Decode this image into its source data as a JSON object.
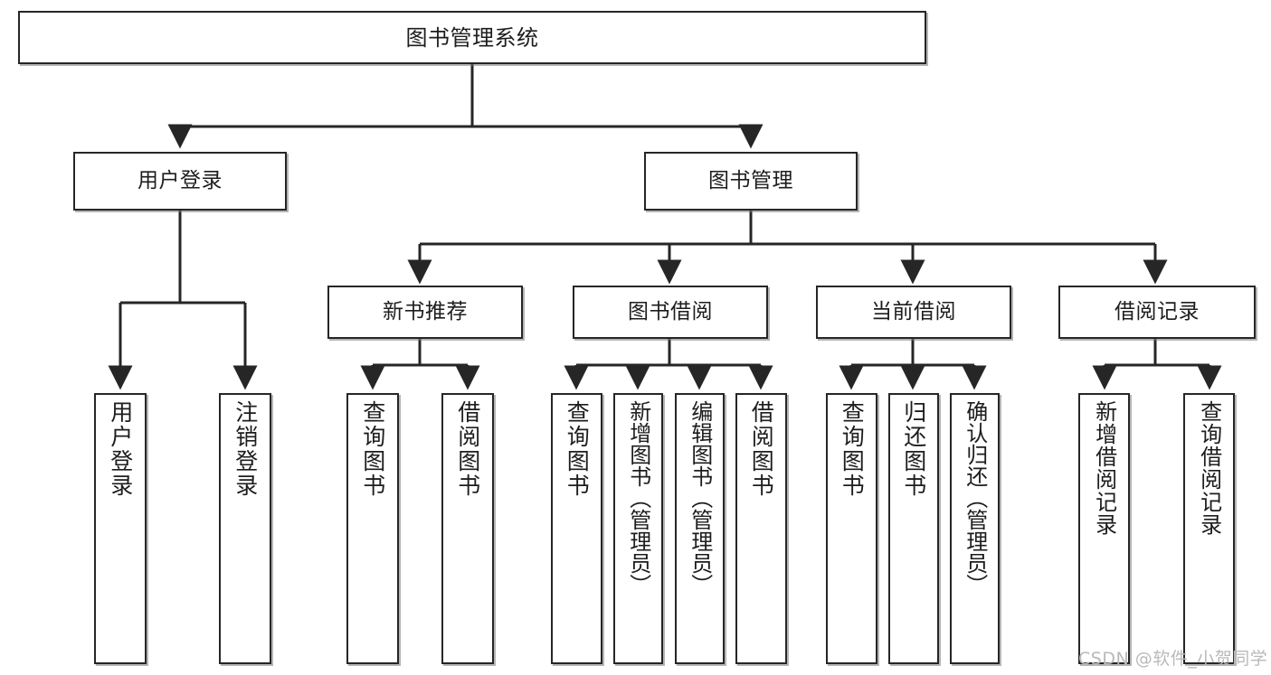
{
  "diagram": {
    "title": "图书管理系统",
    "type": "hierarchy-tree",
    "root": {
      "label": "图书管理系统"
    },
    "level1": [
      {
        "label": "用户登录"
      },
      {
        "label": "图书管理"
      }
    ],
    "level2": [
      {
        "label": "新书推荐"
      },
      {
        "label": "图书借阅"
      },
      {
        "label": "当前借阅"
      },
      {
        "label": "借阅记录"
      }
    ],
    "leaves": {
      "user_login": [
        {
          "label": "用户登录"
        },
        {
          "label": "注销登录"
        }
      ],
      "new_book_recommend": [
        {
          "label": "查询图书"
        },
        {
          "label": "借阅图书"
        }
      ],
      "book_borrow": [
        {
          "label": "查询图书"
        },
        {
          "label": "新增图书（管理员）"
        },
        {
          "label": "编辑图书（管理员）"
        },
        {
          "label": "借阅图书"
        }
      ],
      "current_borrow": [
        {
          "label": "查询图书"
        },
        {
          "label": "归还图书"
        },
        {
          "label": "确认归还（管理员）"
        }
      ],
      "borrow_record": [
        {
          "label": "新增借阅记录"
        },
        {
          "label": "查询借阅记录"
        }
      ]
    }
  },
  "watermark": {
    "text": "CSDN @软件_小贺同学"
  },
  "colors": {
    "stroke": "#262626",
    "text": "#1d1d1d",
    "background": "#ffffff",
    "watermark": "#b9b9b9"
  }
}
